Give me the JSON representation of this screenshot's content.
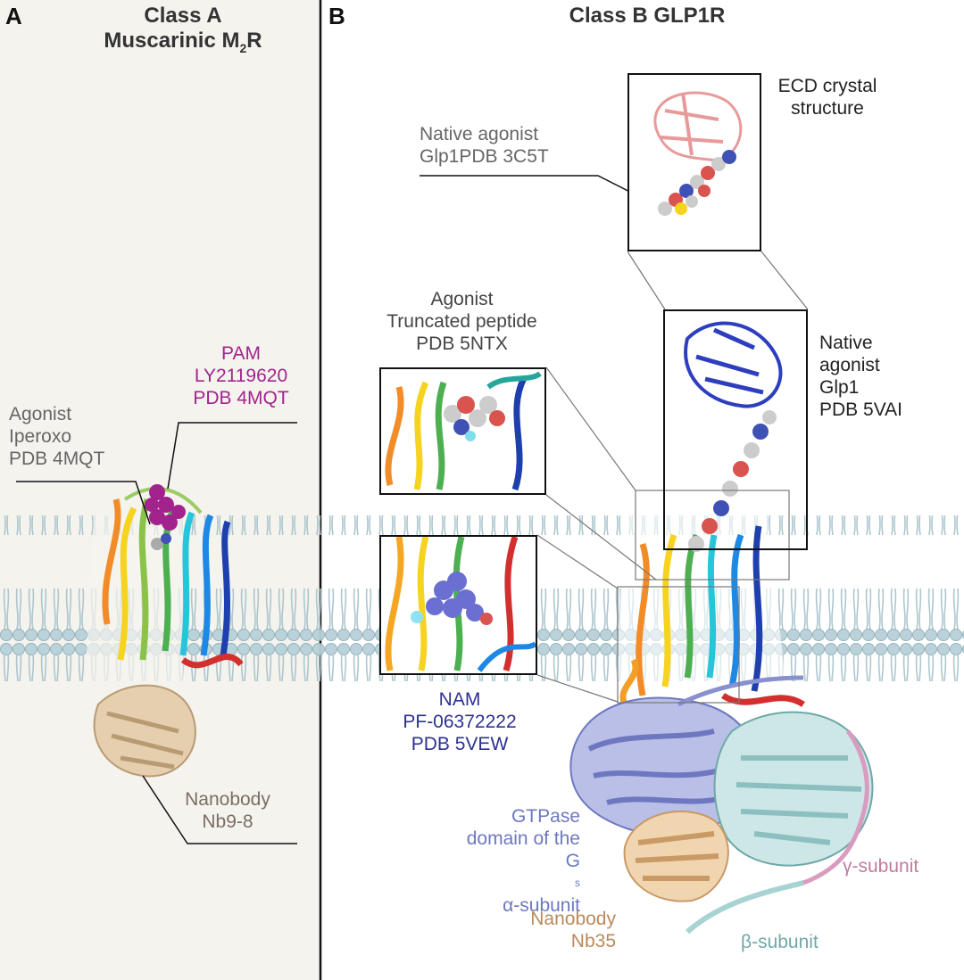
{
  "panels": {
    "a": {
      "letter": "A",
      "title_line1": "Class A",
      "title_line2_pre": "Muscarinic M",
      "title_line2_sub": "2",
      "title_line2_post": "R"
    },
    "b": {
      "letter": "B",
      "title": "Class B GLP1R"
    }
  },
  "labels": {
    "pam": [
      "PAM",
      "LY2119620",
      "PDB 4MQT"
    ],
    "agonist_iperoxo": [
      "Agonist",
      "Iperoxo",
      "PDB 4MQT"
    ],
    "nanobody_nb98": [
      "Nanobody",
      "Nb9-8"
    ],
    "ecd": [
      "ECD crystal",
      "structure"
    ],
    "native_glp1_3c5t": [
      "Native agonist",
      "Glp1PDB 3C5T"
    ],
    "agonist_truncated": [
      "Agonist",
      "Truncated peptide",
      "PDB 5NTX"
    ],
    "native_glp1_5vai": [
      "Native",
      "agonist",
      "Glp1",
      "PDB 5VAI"
    ],
    "nam": [
      "NAM",
      "PF-06372222",
      "PDB 5VEW"
    ],
    "gtpase": {
      "line1": "GTPase",
      "line2": "domain of the",
      "line3_pre": "G",
      "line3_sub": "s",
      "line3_post": " α-subunit"
    },
    "nanobody_nb35": [
      "Nanobody",
      "Nb35"
    ],
    "gamma": "γ-subunit",
    "beta": "β-subunit"
  },
  "colors": {
    "pam": "#a3238e",
    "agonist": "#666666",
    "nanobody_nb98": "#7a6e62",
    "nam": "#2e3192",
    "gtpase": "#6d78c0",
    "nanobody_nb35": "#b98a5a",
    "gamma": "#c27ba0",
    "beta": "#6fa8a8",
    "membrane": "#c9dde3",
    "panel_a_bg": "#f5f3ee"
  }
}
